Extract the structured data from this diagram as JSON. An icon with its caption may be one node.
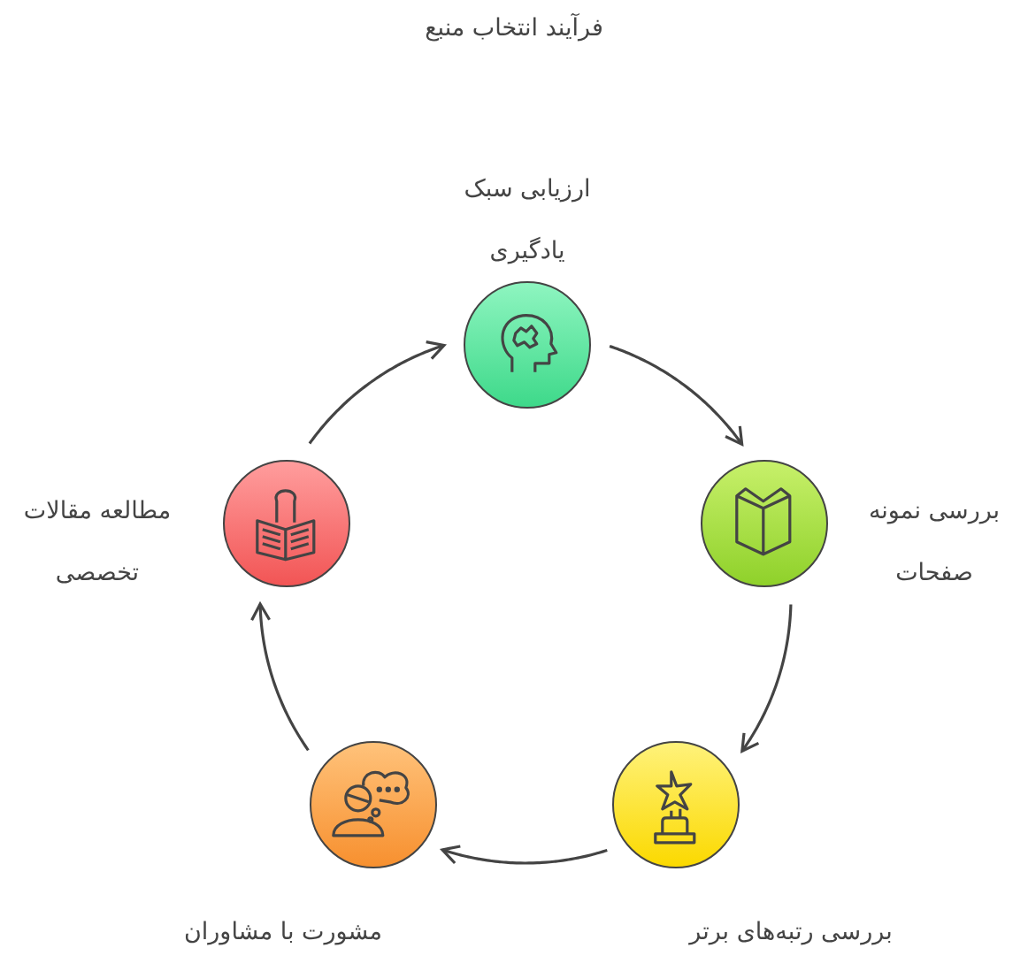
{
  "diagram": {
    "title": "فرآیند انتخاب منبع",
    "nodes": [
      {
        "text": [],
        "shape": "circle",
        "beside": [
          "ارزیابی سبک یادگیری"
        ]
      },
      {
        "text": [],
        "shape": "circle",
        "beside": [
          "بررسی نمونه صفحات"
        ]
      },
      {
        "text": [],
        "shape": "circle",
        "beside": [
          "بررسی رتبه‌های برتر"
        ]
      },
      {
        "text": [],
        "shape": "circle",
        "beside": [
          "مشورت با مشاوران"
        ]
      },
      {
        "text": [],
        "shape": "circle",
        "beside": [
          "مطالعه مقالات تخصصی"
        ]
      }
    ],
    "edges": [
      {
        "from": 0,
        "to": 1,
        "arrow": "to"
      },
      {
        "from": 1,
        "to": 2,
        "arrow": "to"
      },
      {
        "from": 2,
        "to": 3,
        "arrow": "to"
      },
      {
        "from": 3,
        "to": 4,
        "arrow": "to"
      },
      {
        "from": 4,
        "to": 0,
        "arrow": "to"
      }
    ]
  }
}
